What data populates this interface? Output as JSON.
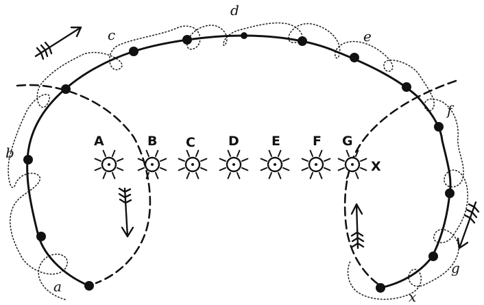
{
  "diagram": {
    "orbit_point_labels": [
      "a",
      "b",
      "c",
      "d",
      "e",
      "f",
      "g",
      "x"
    ],
    "sun_labels": [
      "A",
      "B",
      "C",
      "D",
      "E",
      "F",
      "G",
      "X"
    ]
  }
}
